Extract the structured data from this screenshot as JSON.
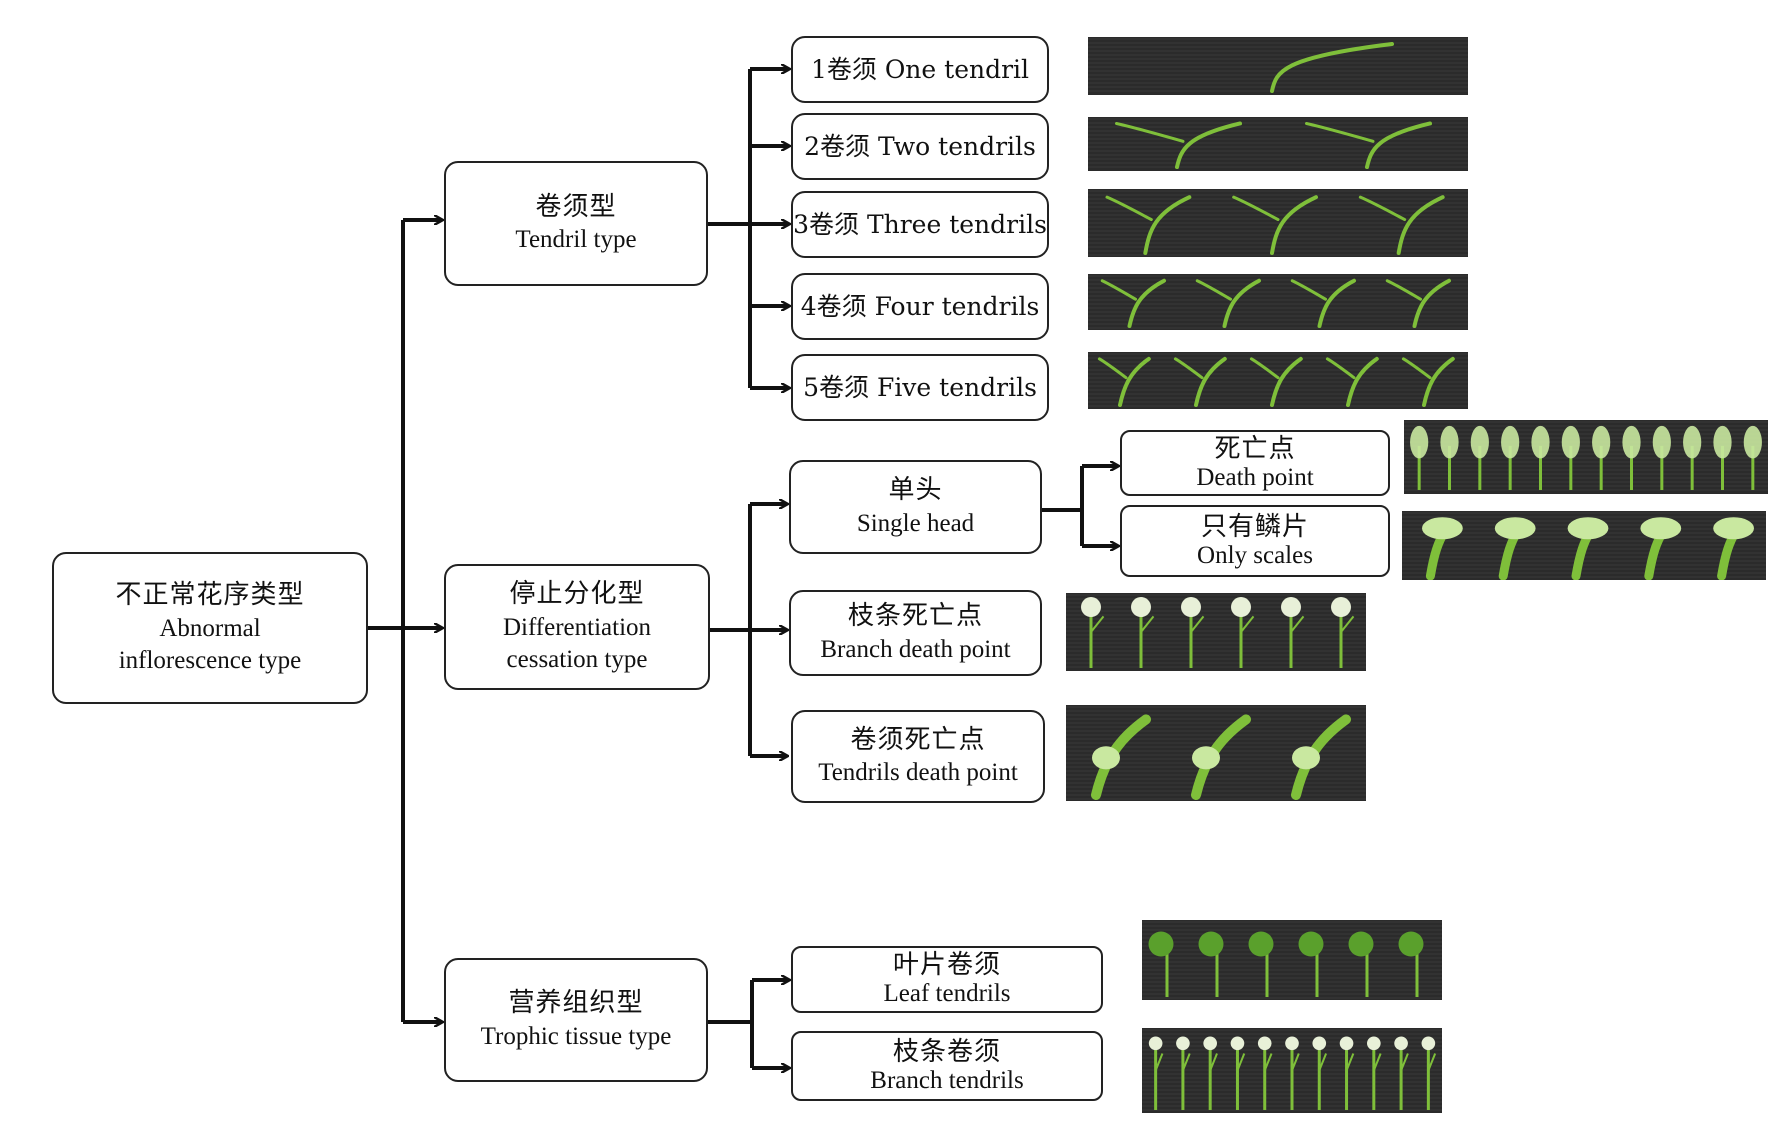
{
  "colors": {
    "line": "#111111",
    "box_border": "#222222",
    "photo_bg": "#2b2b2b",
    "photo_stripe": "#4a4a4a",
    "plant": "#7fbf3a",
    "plant_light": "#c9e8a0"
  },
  "root": {
    "zh": "不正常花序类型",
    "en1": "Abnormal",
    "en2": "inflorescence type"
  },
  "level1": [
    {
      "id": "tendril",
      "zh": "卷须型",
      "en1": "Tendril type",
      "en2": ""
    },
    {
      "id": "diff",
      "zh": "停止分化型",
      "en1": "Differentiation",
      "en2": "cessation type"
    },
    {
      "id": "trophic",
      "zh": "营养组织型",
      "en1": "Trophic tissue type",
      "en2": ""
    }
  ],
  "tendril_children": [
    {
      "num": "1",
      "zh": "卷须",
      "en": "One tendril",
      "image": "one-tendril-photo"
    },
    {
      "num": "2",
      "zh": "卷须",
      "en": "Two tendrils",
      "image": "two-tendrils-photo"
    },
    {
      "num": "3",
      "zh": "卷须",
      "en": "Three tendrils",
      "image": "three-tendrils-photo"
    },
    {
      "num": "4",
      "zh": "卷须",
      "en": "Four tendrils",
      "image": "four-tendrils-photo"
    },
    {
      "num": "5",
      "zh": "卷须",
      "en": "Five tendrils",
      "image": "five-tendrils-photo"
    }
  ],
  "diff_children": [
    {
      "id": "single",
      "zh": "单头",
      "en": "Single head"
    },
    {
      "id": "branch-death",
      "zh": "枝条死亡点",
      "en": "Branch death point"
    },
    {
      "id": "tendril-death",
      "zh": "卷须死亡点",
      "en": "Tendrils death point"
    }
  ],
  "single_children": [
    {
      "id": "death-point",
      "zh": "死亡点",
      "en": "Death point"
    },
    {
      "id": "only-scales",
      "zh": "只有鳞片",
      "en": "Only scales"
    }
  ],
  "trophic_children": [
    {
      "id": "leaf-tendrils",
      "zh": "叶片卷须",
      "en": "Leaf tendrils"
    },
    {
      "id": "branch-tendrils",
      "zh": "枝条卷须",
      "en": "Branch tendrils"
    }
  ]
}
